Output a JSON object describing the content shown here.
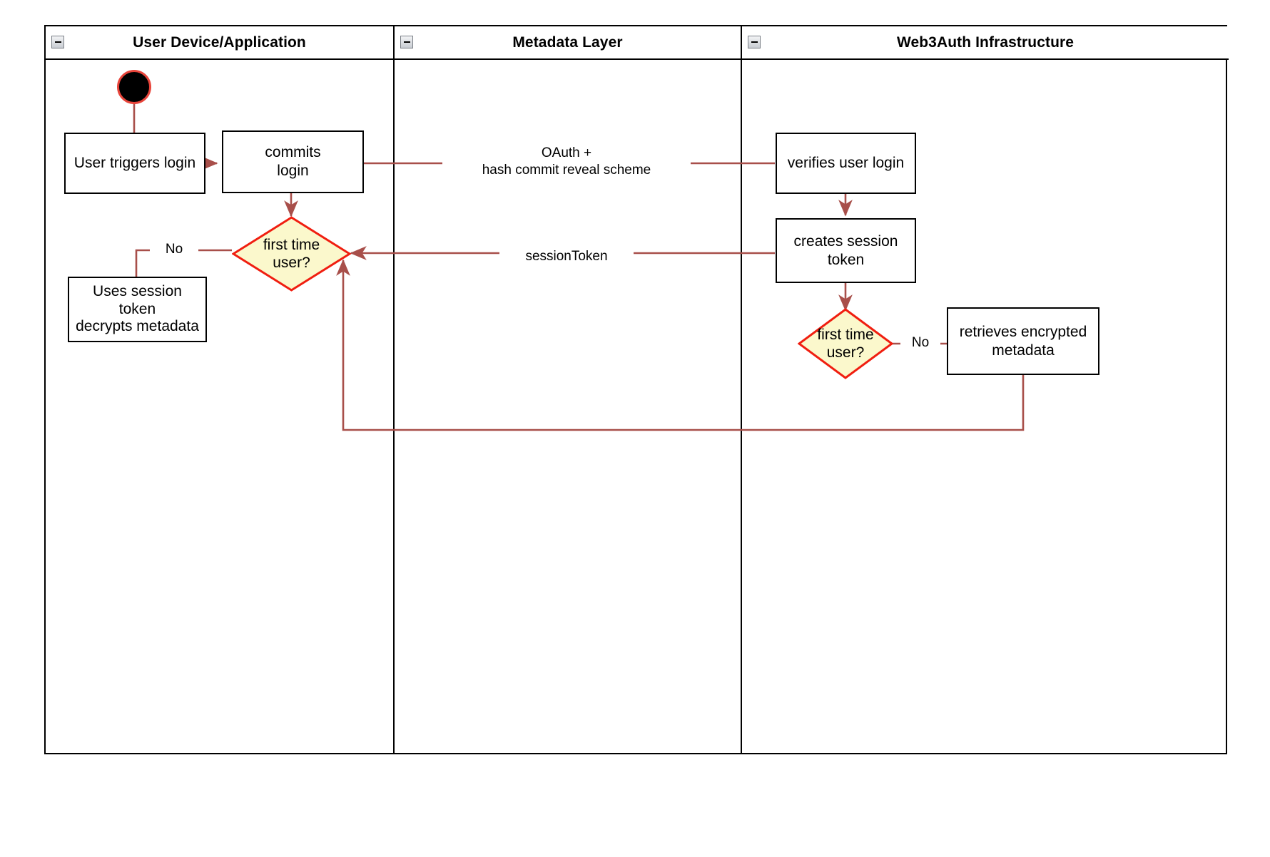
{
  "diagram": {
    "type": "swimlane-activity-diagram",
    "accent_color": "#a84f4a",
    "decision_fill": "#fbf8cc",
    "decision_stroke": "#f01e10",
    "start_node_fill": "#000000",
    "start_node_ring": "#e8443a",
    "lane_border_color": "#000000",
    "background": "#ffffff"
  },
  "lanes": [
    {
      "id": "user-device",
      "title": "User Device/Application",
      "collapse_icon": "collapse-minus-icon"
    },
    {
      "id": "metadata-layer",
      "title": "Metadata Layer",
      "collapse_icon": "collapse-minus-icon"
    },
    {
      "id": "web3auth",
      "title": "Web3Auth Infrastructure",
      "collapse_icon": "collapse-minus-icon"
    }
  ],
  "nodes": {
    "start": {
      "label": "",
      "shape": "initial-node",
      "lane": "user-device"
    },
    "user_triggers_login": {
      "label": "User triggers login",
      "shape": "activity",
      "lane": "user-device"
    },
    "commits_login": {
      "label": "commits\nlogin",
      "shape": "activity",
      "lane": "user-device"
    },
    "first_time_user_client": {
      "label": "first time\nuser?",
      "shape": "decision",
      "lane": "user-device"
    },
    "uses_session_token": {
      "label": "Uses session\ntoken\ndecrypts metadata",
      "shape": "activity",
      "lane": "user-device"
    },
    "verifies_user_login": {
      "label": "verifies user login",
      "shape": "activity",
      "lane": "web3auth"
    },
    "creates_session_token": {
      "label": "creates session\ntoken",
      "shape": "activity",
      "lane": "web3auth"
    },
    "first_time_user_server": {
      "label": "first time\nuser?",
      "shape": "decision",
      "lane": "web3auth"
    },
    "retrieves_encrypted_metadata": {
      "label": "retrieves encrypted\nmetadata",
      "shape": "activity",
      "lane": "web3auth"
    }
  },
  "edge_labels": {
    "oauth_hash_commit": "OAuth +\nhash commit reveal scheme",
    "session_token": "sessionToken",
    "no_client": "No",
    "no_server": "No"
  }
}
